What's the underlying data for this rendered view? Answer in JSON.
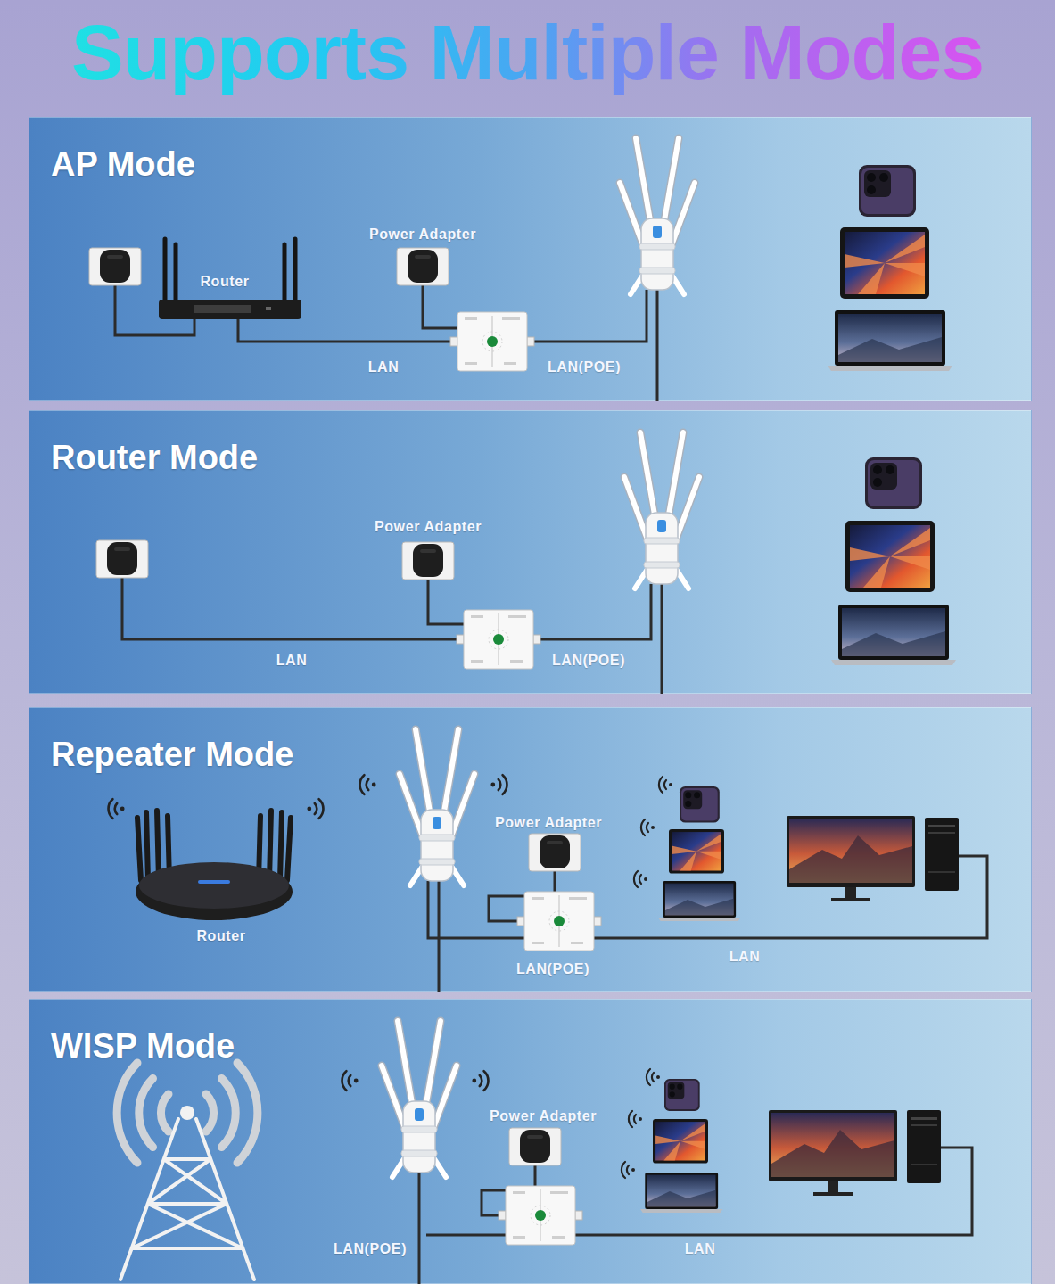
{
  "diagram": {
    "title": "Supports Multiple Modes",
    "nodes": [
      {
        "text": [
          "AP Mode"
        ]
      },
      {
        "text": [
          "Router Mode"
        ]
      },
      {
        "text": [
          "Repeater Mode"
        ]
      },
      {
        "text": [
          "WISP Mode"
        ]
      }
    ],
    "labels": [
      "Router",
      "Power Adapter",
      "LAN",
      "LAN(POE)",
      "Power Adapter",
      "LAN",
      "LAN(POE)",
      "Power Adapter",
      "Router",
      "LAN(POE)",
      "LAN",
      "Power Adapter",
      "LAN(POE)",
      "LAN"
    ]
  }
}
